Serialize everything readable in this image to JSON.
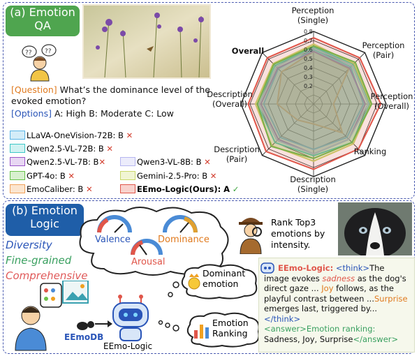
{
  "panel_a": {
    "tag": "(a) Emotion QA",
    "question_label": "[Question]",
    "question": "What’s the dominance level of the evoked emotion?",
    "options_label": "[Options]",
    "options": "A: High  B: Moderate C: Low"
  },
  "models": [
    {
      "name": "LLaVA-OneVision-72B: B",
      "color": "#5ab4e6",
      "mark": "✕",
      "ok": false
    },
    {
      "name": "Qwen2.5-VL-72B: B",
      "color": "#3ec7c7",
      "mark": "✕",
      "ok": false
    },
    {
      "name": "Qwen2.5-VL-7B: B",
      "color": "#9a56c8",
      "mark": "✕",
      "ok": false
    },
    {
      "name": "Qwen3-VL-8B: B",
      "color": "#b6b6f0",
      "mark": "✕",
      "ok": false
    },
    {
      "name": "GPT-4o: B",
      "color": "#66c24a",
      "mark": "✕",
      "ok": false
    },
    {
      "name": "Gemini-2.5-Pro: B",
      "color": "#c9d86a",
      "mark": "✕",
      "ok": false
    },
    {
      "name": "EmoCaliber: B",
      "color": "#f0a25a",
      "mark": "✕",
      "ok": false
    },
    {
      "name": "EEmo-Logic(Ours): A",
      "color": "#e0564a",
      "mark": "✓",
      "ok": true
    }
  ],
  "chart_data": {
    "type": "radar",
    "axes": [
      "Perception (Single)",
      "Perception (Pair)",
      "Perception (Overall)",
      "Ranking",
      "Description (Single)",
      "Description (Pair)",
      "Description (Overall)",
      "Overall"
    ],
    "tick_labels": [
      "0.8",
      "0.7",
      "0.6",
      "0.5",
      "0.4",
      "0.3",
      "0.2"
    ],
    "rmax": 0.8,
    "series": [
      {
        "name": "EmoCaliber",
        "color": "#f0a25a",
        "values": [
          0.58,
          0.55,
          0.22,
          0.45,
          0.22,
          0.25,
          0.4,
          0.5
        ]
      },
      {
        "name": "LLaVA-OneVision-72B",
        "color": "#5ab4e6",
        "values": [
          0.6,
          0.58,
          0.55,
          0.52,
          0.5,
          0.52,
          0.55,
          0.55
        ]
      },
      {
        "name": "Qwen2.5-VL-7B",
        "color": "#9a56c8",
        "values": [
          0.58,
          0.56,
          0.57,
          0.55,
          0.55,
          0.55,
          0.58,
          0.56
        ]
      },
      {
        "name": "Qwen3-VL-8B",
        "color": "#b6b6f0",
        "values": [
          0.62,
          0.6,
          0.6,
          0.55,
          0.55,
          0.57,
          0.6,
          0.58
        ]
      },
      {
        "name": "Qwen2.5-VL-72B",
        "color": "#3ec7c7",
        "values": [
          0.63,
          0.62,
          0.62,
          0.6,
          0.57,
          0.6,
          0.62,
          0.6
        ]
      },
      {
        "name": "Gemini-2.5-Pro",
        "color": "#c9d86a",
        "values": [
          0.66,
          0.63,
          0.63,
          0.62,
          0.63,
          0.65,
          0.64,
          0.63
        ]
      },
      {
        "name": "GPT-4o",
        "color": "#66c24a",
        "values": [
          0.64,
          0.65,
          0.64,
          0.6,
          0.6,
          0.66,
          0.62,
          0.62
        ]
      },
      {
        "name": "EEmo-Logic(Ours)",
        "color": "#e0564a",
        "values": [
          0.73,
          0.72,
          0.74,
          0.7,
          0.72,
          0.74,
          0.72,
          0.72
        ]
      }
    ]
  },
  "radar_labels": {
    "p_single": "Perception (Single)",
    "p_pair": "Perception (Pair)",
    "p_overall": "Perception (Overall)",
    "ranking": "Ranking",
    "d_single": "Description (Single)",
    "d_pair": "Description (Pair)",
    "d_overall": "Description (Overall)",
    "overall": "Overall"
  },
  "panel_b": {
    "tag": "(b) Emotion Logic",
    "diversity": "Diversity",
    "fine_grained": "Fine-grained",
    "comprehensive": "Comprehensive",
    "valence": "Valence",
    "dominance": "Dominance",
    "arousal": "Arousal",
    "dominant_emotion": "Dominant emotion",
    "emotion_ranking": "Emotion Ranking",
    "eemodb": "EEmoDB",
    "robot_label": "EEmo-Logic",
    "rank_prompt": "Rank Top3 emotions by intensity.",
    "logic_name": "EEmo-Logic:",
    "think_open": "<think>",
    "t1": "The image evokes ",
    "sadness": "sadness",
    "t2": " as the dog's direct gaze ... ",
    "joy": "Joy",
    "t3": " follows, as the playful contrast between ...",
    "surprise": "Surprise",
    "t4": " emerges last, triggered by...",
    "think_close": "</think>",
    "answer_open": "<answer>",
    "answer_label": "Emotion ranking:",
    "answer": "Sadness, Joy, Surprise",
    "answer_close": "</answer>"
  },
  "colors": {
    "green_tag": "#4fa54f",
    "blue_tag": "#1f5ea8",
    "orange": "#e07a1e",
    "blue_text": "#2a55b8",
    "red": "#e0564a"
  }
}
